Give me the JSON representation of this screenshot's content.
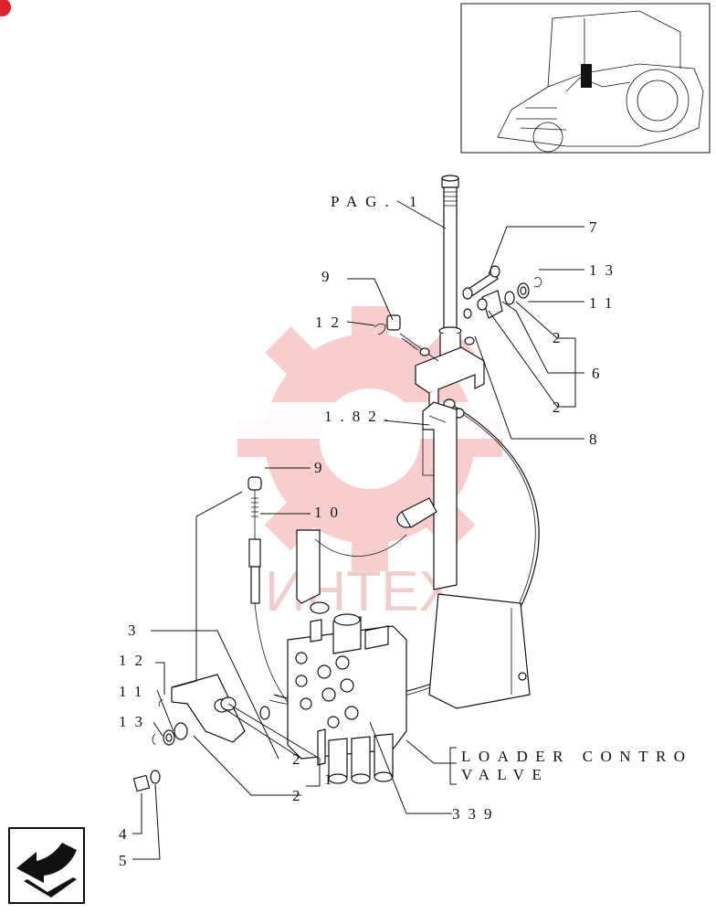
{
  "watermark": {
    "text": "ИНТЕХ",
    "color": "#f4a6a6"
  },
  "labels": {
    "pag1": "PAG. 1",
    "l182": "1.82.",
    "l7": "7",
    "l9a": "9",
    "l9b": "9",
    "l13a": "13",
    "l13b": "13",
    "l11a": "11",
    "l11b": "11",
    "l12a": "12",
    "l12b": "12",
    "l2a": "2",
    "l2b": "2",
    "l2c": "2",
    "l2d": "2",
    "l6": "6",
    "l8": "8",
    "l10": "10",
    "l3": "3",
    "l1": "1",
    "l4": "4",
    "l5": "5",
    "l339": "339",
    "loader_line1": "LOADER CONTRO",
    "loader_line2": "VALVE"
  },
  "icons": {
    "corner_mark": "red-corner-dot",
    "nav": "back-arrow-icon"
  },
  "colors": {
    "accent": "#e0202a",
    "ink": "#111111"
  }
}
